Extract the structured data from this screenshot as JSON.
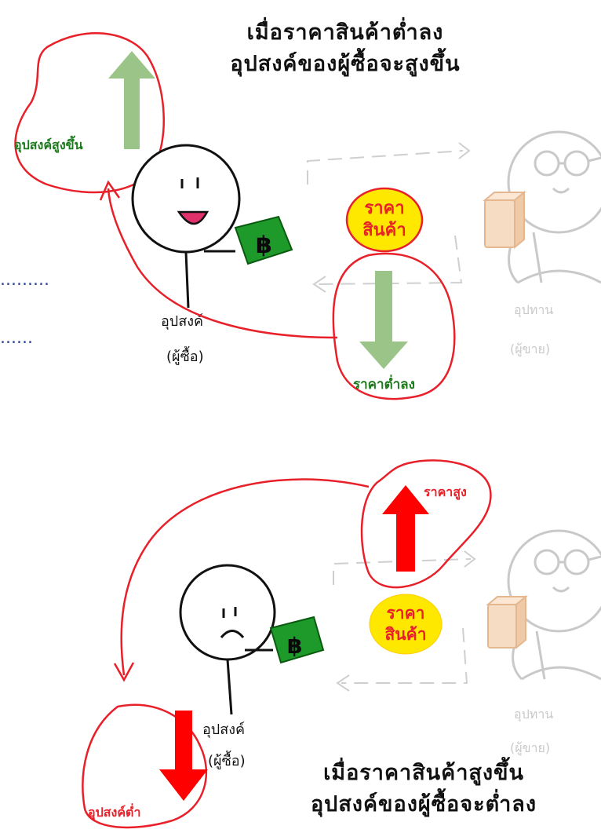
{
  "panel_top": {
    "caption_line1": "เมื่อราคาสินค้าต่ำลง",
    "caption_line2": "อุปสงค์ของผู้ซื้อจะสูงขึ้น",
    "demand_change_label": "อุปสงค์สูงขึ้น",
    "price_badge_line1": "ราคา",
    "price_badge_line2": "สินค้า",
    "price_change_label": "ราคาต่ำลง",
    "buyer_label_line1": "อุปสงค์",
    "buyer_label_line2": "(ผู้ซื้อ)",
    "seller_label_line1": "อุปทาน",
    "seller_label_line2": "(ผู้ขาย)",
    "money_symbol": "฿",
    "dots_line1": ".........",
    "dots_line2": "......"
  },
  "panel_bottom": {
    "caption_line1": "เมื่อราคาสินค้าสูงขึ้น",
    "caption_line2": "อุปสงค์ของผู้ซื้อจะต่ำลง",
    "demand_change_label": "อุปสงค์ต่ำ",
    "price_badge_line1": "ราคา",
    "price_badge_line2": "สินค้า",
    "price_change_label": "ราคาสูง",
    "buyer_label_line1": "อุปสงค์",
    "buyer_label_line2": "(ผู้ซื้อ)",
    "seller_label_line1": "อุปทาน",
    "seller_label_line2": "(ผู้ขาย)",
    "money_symbol": "฿"
  },
  "colors": {
    "green_arrow": "#9bc489",
    "red_arrow": "#ff0000",
    "red_outline": "#e8202a",
    "badge_fill": "#ffe800",
    "money_green": "#1d9a2a",
    "faded_gray": "#c9c9c9",
    "label_green": "#1c7a1c",
    "label_red": "#e8202a"
  }
}
